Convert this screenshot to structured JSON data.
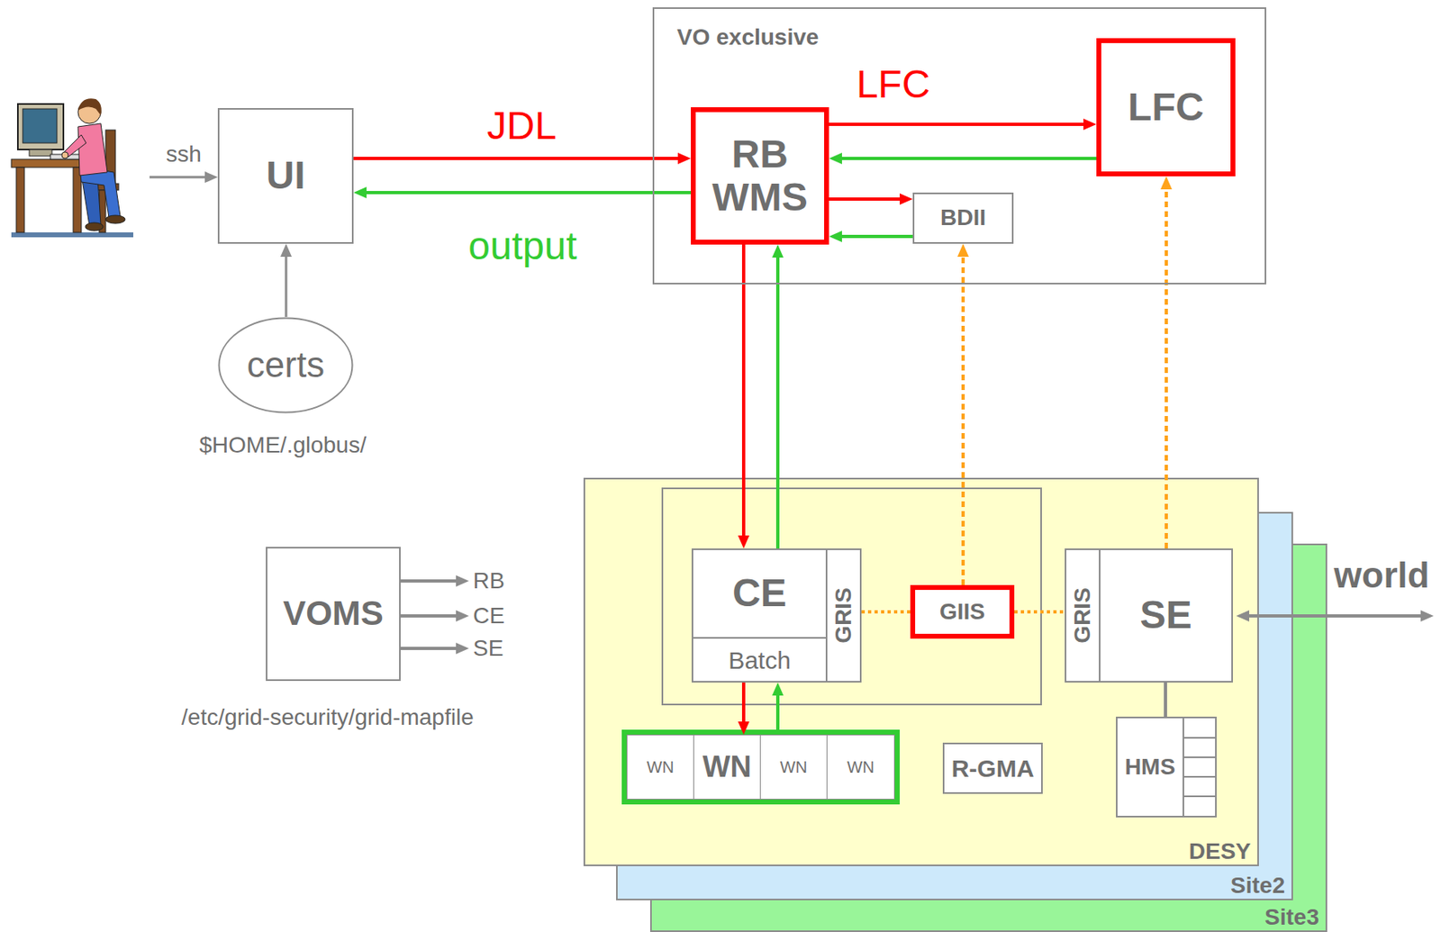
{
  "diagram": {
    "nodes": [
      {
        "text": [
          "UI"
        ]
      },
      {
        "text": [
          "certs"
        ]
      },
      {
        "text": [
          "VOMS"
        ]
      },
      {
        "text": [
          "VO exclusive"
        ]
      },
      {
        "text": [
          "RB WMS"
        ],
        "in": 3
      },
      {
        "text": [
          "LFC"
        ],
        "in": 3
      },
      {
        "text": [
          "BDII"
        ],
        "in": 3
      },
      {
        "text": [
          "DESY"
        ]
      },
      {
        "text": [
          "Site2"
        ]
      },
      {
        "text": [
          "Site3"
        ]
      },
      {
        "text": [
          "CE",
          "Batch"
        ],
        "in": 7
      },
      {
        "text": [
          "GRIS"
        ],
        "in": 7
      },
      {
        "text": [
          "GIIS"
        ],
        "in": 7
      },
      {
        "text": [
          "GRIS"
        ],
        "in": 7
      },
      {
        "text": [
          "SE"
        ],
        "in": 7
      },
      {
        "text": [
          "WN"
        ],
        "in": 7
      },
      {
        "text": [
          "WN"
        ],
        "in": 7
      },
      {
        "text": [
          "WN"
        ],
        "in": 7
      },
      {
        "text": [
          "WN"
        ],
        "in": 7
      },
      {
        "text": [
          "R-GMA"
        ],
        "in": 7
      },
      {
        "text": [
          "HMS"
        ],
        "in": 7
      }
    ],
    "edges": [
      {
        "from": 0,
        "to": 4,
        "label": "JDL",
        "arrow": "to"
      },
      {
        "from": 4,
        "to": 0,
        "label": "output",
        "arrow": "to"
      },
      {
        "from": 4,
        "to": 5,
        "label": "LFC",
        "arrow": "to"
      },
      {
        "from": 5,
        "to": 4,
        "arrow": "to"
      },
      {
        "from": 4,
        "to": 6,
        "arrow": "to"
      },
      {
        "from": 6,
        "to": 4,
        "arrow": "to"
      },
      {
        "from": 1,
        "to": 0,
        "arrow": "to"
      },
      {
        "from": 4,
        "to": 10,
        "arrow": "to"
      },
      {
        "from": 10,
        "to": 4,
        "arrow": "to"
      },
      {
        "from": 10,
        "to": 16,
        "arrow": "to"
      },
      {
        "from": 17,
        "to": 10,
        "arrow": "to"
      },
      {
        "from": 12,
        "to": 6,
        "arrow": "to"
      },
      {
        "from": 14,
        "to": 5,
        "arrow": "to"
      },
      {
        "from": 11,
        "to": 12,
        "arrow": "none"
      },
      {
        "from": 12,
        "to": 13,
        "arrow": "none"
      },
      {
        "from": 14,
        "to": 20,
        "arrow": "none"
      }
    ],
    "labels": [
      "ssh",
      "$HOME/.globus/",
      "RB",
      "CE",
      "SE",
      "/etc/grid-security/grid-mapfile",
      "world"
    ]
  }
}
